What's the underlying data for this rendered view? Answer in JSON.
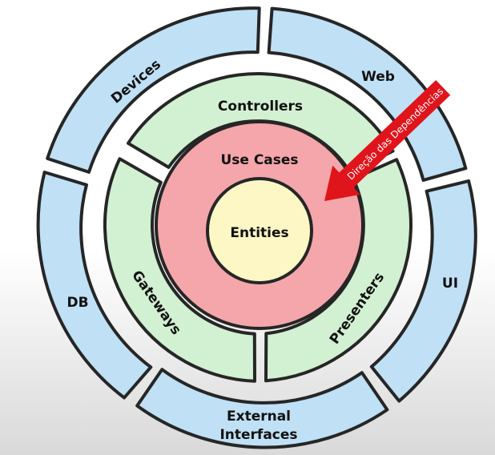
{
  "rings": {
    "outer": [
      "Devices",
      "Web",
      "UI",
      "External Interfaces",
      "DB"
    ],
    "middle": [
      "Controllers",
      "Presenters",
      "Gateways"
    ],
    "use_cases": "Use Cases",
    "entities": "Entities"
  },
  "labels": {
    "devices": "Devices",
    "web": "Web",
    "ui": "UI",
    "external_1": "External",
    "external_2": "Interfaces",
    "db": "DB",
    "controllers": "Controllers",
    "presenters": "Presenters",
    "gateways": "Gateways",
    "use_cases": "Use Cases",
    "entities": "Entities"
  },
  "arrow": {
    "text": "Direção das Dependências",
    "color": "#e0141b"
  },
  "colors": {
    "outer": "#bfe0f5",
    "middle": "#d2f0d2",
    "use_cases": "#f4a6aa",
    "entities": "#fdf7c6"
  }
}
